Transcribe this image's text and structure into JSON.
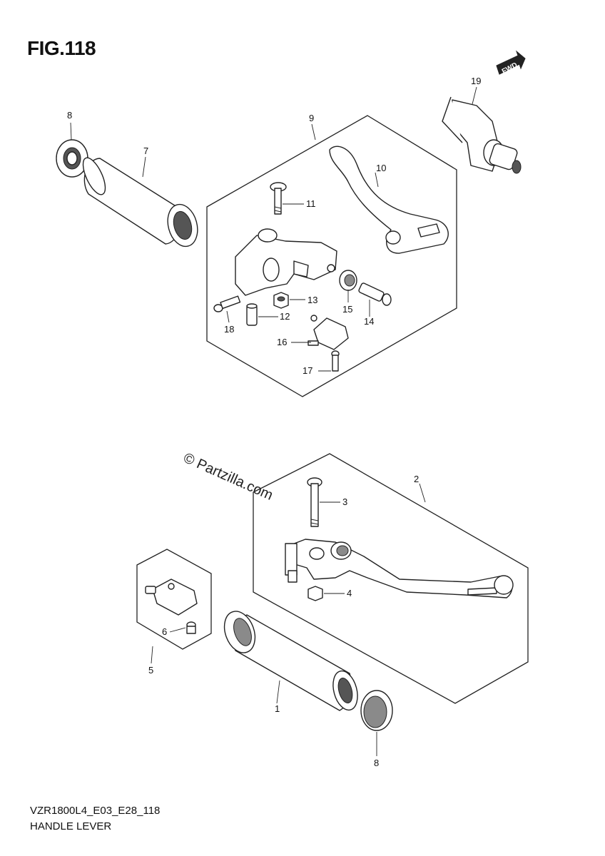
{
  "figure_title": "FIG.118",
  "model_code": "VZR1800L4_E03_E28_118",
  "diagram_name": "HANDLE LEVER",
  "watermark": "© Partzilla.com",
  "fwd_label": "FWD",
  "callouts": {
    "c1": "1",
    "c2": "2",
    "c3": "3",
    "c4": "4",
    "c5": "5",
    "c6": "6",
    "c7": "7",
    "c8a": "8",
    "c8b": "8",
    "c9": "9",
    "c10": "10",
    "c11": "11",
    "c12": "12",
    "c13": "13",
    "c14": "14",
    "c15": "15",
    "c16": "16",
    "c17": "17",
    "c18": "18",
    "c19": "19"
  }
}
